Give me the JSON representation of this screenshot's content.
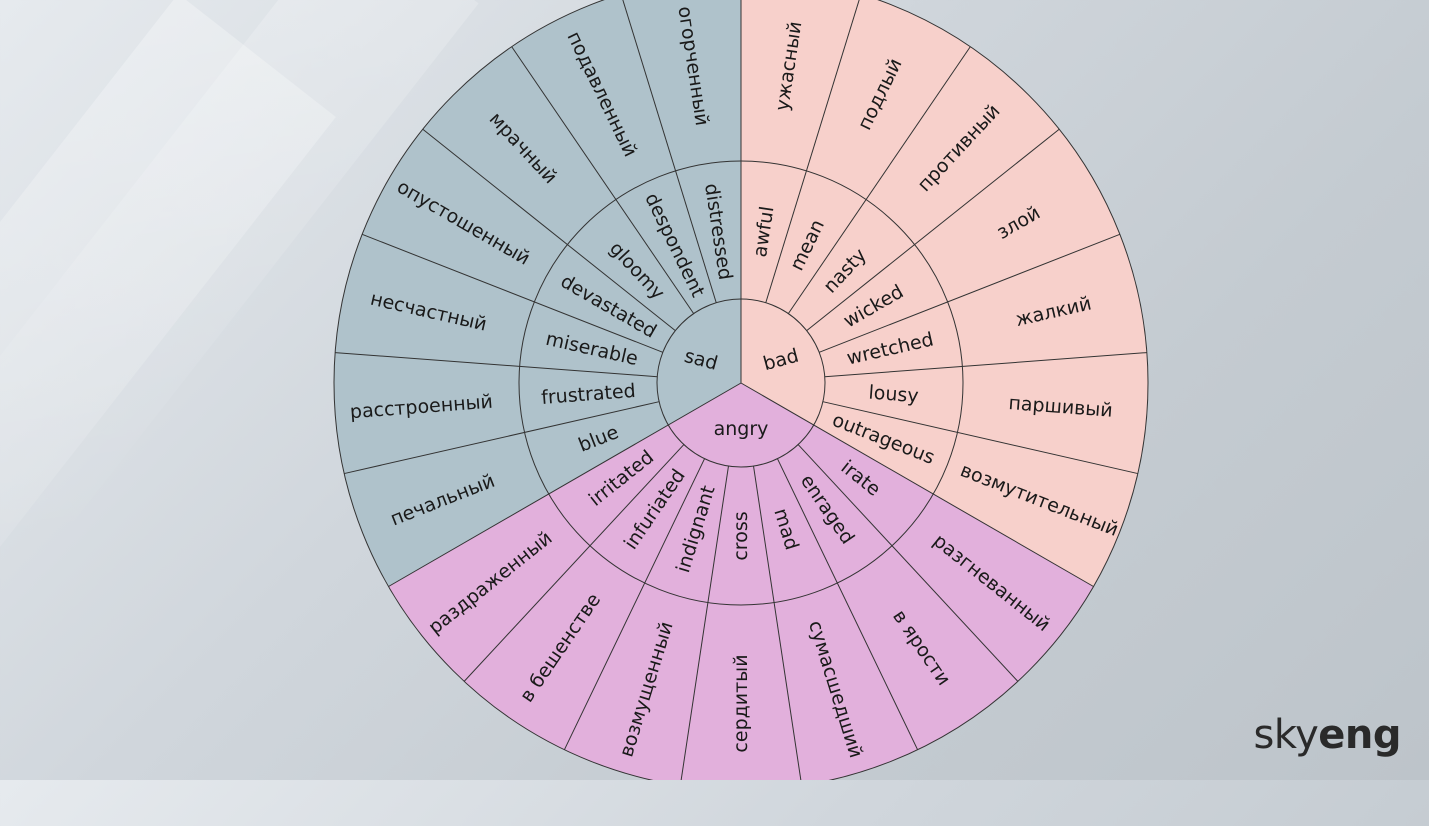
{
  "logo": {
    "light": "sky",
    "bold": "eng"
  },
  "colors": {
    "sad": "#afc2cb",
    "bad": "#f7d0cb",
    "angry": "#e2b0dc",
    "lines": "#333333"
  },
  "wheel": {
    "groups": [
      {
        "core": "sad",
        "color_key": "sad",
        "mid": [
          "blue",
          "frustrated",
          "miserable",
          "devastated",
          "gloomy",
          "despondent",
          "distressed"
        ],
        "outer": [
          "печальный",
          "расстроенный",
          "несчастный",
          "опустошенный",
          "мрачный",
          "подавленный",
          "огорченный"
        ]
      },
      {
        "core": "bad",
        "color_key": "bad",
        "mid": [
          "awful",
          "mean",
          "nasty",
          "wicked",
          "wretched",
          "lousy",
          "outrageous"
        ],
        "outer": [
          "ужасный",
          "подлый",
          "противный",
          "злой",
          "жалкий",
          "паршивый",
          "возмутительный"
        ]
      },
      {
        "core": "angry",
        "color_key": "angry",
        "mid": [
          "irate",
          "enraged",
          "mad",
          "cross",
          "indignant",
          "infuriated",
          "irritated"
        ],
        "outer": [
          "разгневанный",
          "в ярости",
          "сумасшедший",
          "сердитый",
          "возмущенный",
          "в бешенстве",
          "раздраженный"
        ]
      }
    ]
  }
}
